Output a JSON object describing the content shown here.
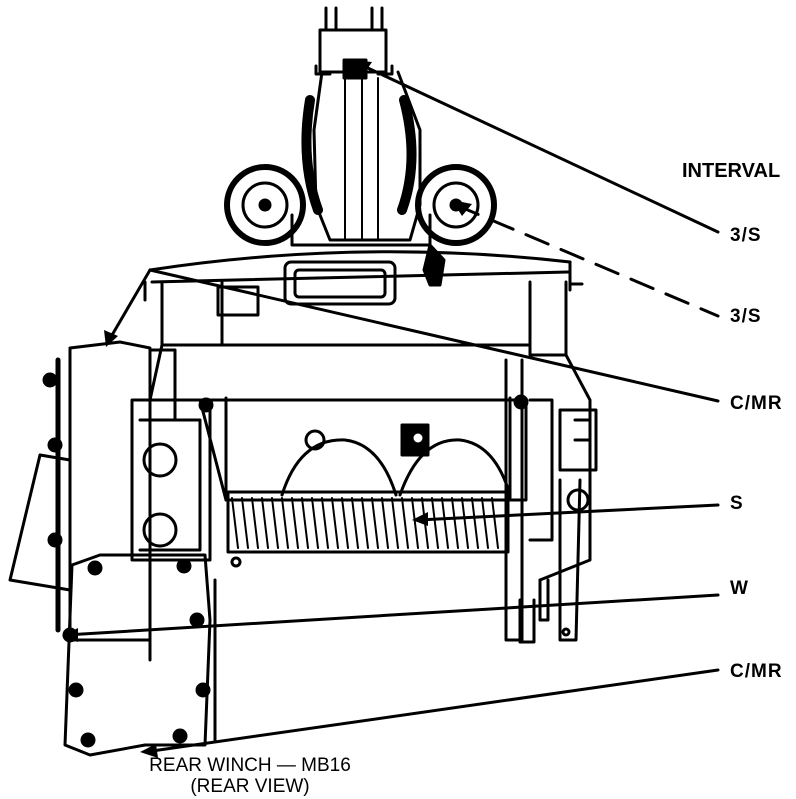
{
  "figure": {
    "caption_line1": "REAR WINCH — MB16",
    "caption_line2": "(REAR VIEW)"
  },
  "intervals": {
    "header": "INTERVAL",
    "labels": [
      "3/S",
      "3/S",
      "C/MR",
      "S",
      "W",
      "C/MR"
    ]
  },
  "colors": {
    "ink": "#000000",
    "paper": "#ffffff"
  }
}
